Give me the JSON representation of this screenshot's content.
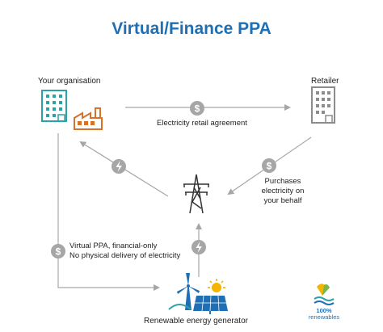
{
  "title": "Virtual/Finance PPA",
  "nodes": {
    "organisation": {
      "label": "Your organisation"
    },
    "retailer": {
      "label": "Retailer"
    },
    "generator": {
      "label": "Renewable energy generator"
    }
  },
  "edges": {
    "retail_agreement": "Electricity retail agreement",
    "purchases": [
      "Purchases",
      "electricity on",
      "your behalf"
    ],
    "virtual_ppa": [
      "Virtual PPA, financial-only",
      "No physical delivery of electricity"
    ]
  },
  "logo": {
    "line1": "100%",
    "line2": "renewables"
  },
  "colors": {
    "title": "#1f6fb5",
    "arrow": "#a6a6a6",
    "money_badge": "#a6a6a6",
    "building_teal": "#2aa3a6",
    "factory_orange": "#d8722a"
  },
  "icons": [
    "money-icon",
    "lightning-icon",
    "transmission-tower-icon",
    "wind-turbine-icon",
    "solar-panel-icon",
    "sun-icon"
  ]
}
